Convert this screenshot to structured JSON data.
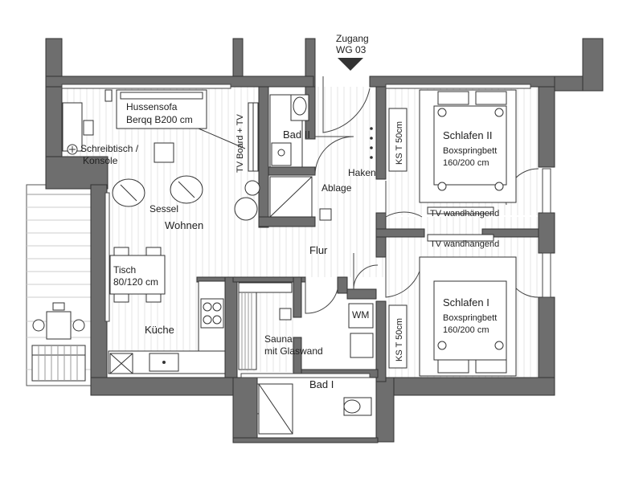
{
  "entrance": {
    "line1": "Zugang",
    "line2": "WG 03"
  },
  "rooms": {
    "living": "Wohnen",
    "hall": "Flur",
    "kitchen": "Küche",
    "bath2": "Bad II",
    "bath1": "Bad I",
    "bedroom2": "Schlafen II",
    "bedroom1": "Schlafen I",
    "sauna_line1": "Sauna",
    "sauna_line2": "mit Glaswand",
    "storage": "Ablage",
    "laundry": "WM"
  },
  "furniture": {
    "sofa_line1": "Hussensofa",
    "sofa_line2": "Berqq B200 cm",
    "tv_board": "TV Board + TV",
    "desk_line1": "Schreibtisch /",
    "desk_line2": "Konsole",
    "armchairs": "Sessel",
    "table_line1": "Tisch",
    "table_line2": "80/120 cm",
    "hooks": "Haken",
    "wardrobe": "KS T 50cm",
    "bed": "Boxspringbett",
    "bed_size": "160/200 cm",
    "tv_wall": "TV wandhängend"
  }
}
